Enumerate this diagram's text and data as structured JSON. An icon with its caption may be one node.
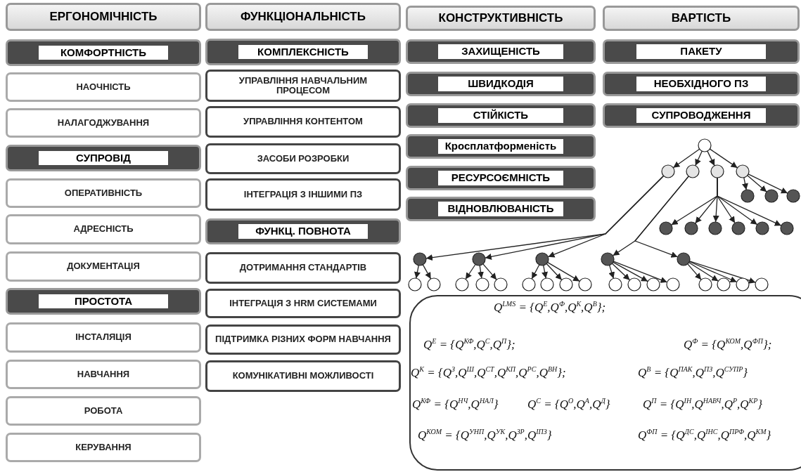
{
  "diagram": {
    "nodes": [
      {
        "text": [
          "ЕРГОНОМІЧНІСТЬ"
        ]
      },
      {
        "text": [
          "КОМФОРТНІСТЬ"
        ]
      },
      {
        "text": [
          "НАОЧНІСТЬ"
        ]
      },
      {
        "text": [
          "НАЛАГОДЖУВАННЯ"
        ]
      },
      {
        "text": [
          "СУПРОВІД"
        ]
      },
      {
        "text": [
          "ОПЕРАТИВНІСТЬ"
        ]
      },
      {
        "text": [
          "АДРЕСНІСТЬ"
        ]
      },
      {
        "text": [
          "ДОКУМЕНТАЦІЯ"
        ]
      },
      {
        "text": [
          "ПРОСТОТА"
        ]
      },
      {
        "text": [
          "ІНСТАЛЯЦІЯ"
        ]
      },
      {
        "text": [
          "НАВЧАННЯ"
        ]
      },
      {
        "text": [
          "РОБОТА"
        ]
      },
      {
        "text": [
          "КЕРУВАННЯ"
        ]
      },
      {
        "text": [
          "ФУНКЦІОНАЛЬНІСТЬ"
        ]
      },
      {
        "text": [
          "КОМПЛЕКСНІСТЬ"
        ]
      },
      {
        "text": [
          "УПРАВЛІННЯ НАВЧАЛЬНИМ ПРОЦЕСОМ"
        ]
      },
      {
        "text": [
          "УПРАВЛІННЯ КОНТЕНТОМ"
        ]
      },
      {
        "text": [
          "ЗАСОБИ РОЗРОБКИ"
        ]
      },
      {
        "text": [
          "ІНТЕГРАЦІЯ З ІНШИМИ ПЗ"
        ]
      },
      {
        "text": [
          "ФУНКЦ. ПОВНОТА"
        ]
      },
      {
        "text": [
          "ДОТРИМАННЯ СТАНДАРТІВ"
        ]
      },
      {
        "text": [
          "ІНТЕГРАЦІЯ З HRM СИСТЕМАМИ"
        ]
      },
      {
        "text": [
          "ПІДТРИМКА РІЗНИХ ФОРМ НАВЧАННЯ"
        ]
      },
      {
        "text": [
          "КОМУНІКАТИВНІ МОЖЛИВОСТІ"
        ]
      },
      {
        "text": [
          "КОНСТРУКТИВНІСТЬ"
        ]
      },
      {
        "text": [
          "ЗАХИЩЕНІСТЬ"
        ]
      },
      {
        "text": [
          "ШВИДКОДІЯ"
        ]
      },
      {
        "text": [
          "СТІЙКІСТЬ"
        ]
      },
      {
        "text": [
          "Кросплатформеність"
        ]
      },
      {
        "text": [
          "РЕСУРСОЄМНІСТЬ"
        ]
      },
      {
        "text": [
          "ВІДНОВЛЮВАНІСТЬ"
        ]
      },
      {
        "text": [
          "ВАРТІСТЬ"
        ]
      },
      {
        "text": [
          "ПАКЕТУ"
        ]
      },
      {
        "text": [
          "НЕОБХІДНОГО ПЗ"
        ]
      },
      {
        "text": [
          "СУПРОВОДЖЕННЯ"
        ]
      },
      {
        "text": [],
        "shape": "circle"
      },
      {
        "text": [],
        "shape": "circle"
      },
      {
        "text": [],
        "shape": "circle"
      },
      {
        "text": [],
        "shape": "circle"
      },
      {
        "text": [],
        "shape": "circle"
      },
      {
        "text": [],
        "shape": "circle"
      },
      {
        "text": [],
        "shape": "circle"
      },
      {
        "text": [],
        "shape": "circle"
      },
      {
        "text": [],
        "shape": "circle"
      },
      {
        "text": [],
        "shape": "circle"
      },
      {
        "text": [],
        "shape": "circle"
      },
      {
        "text": [],
        "shape": "circle"
      },
      {
        "text": [],
        "shape": "circle"
      },
      {
        "text": [],
        "shape": "circle"
      },
      {
        "text": [],
        "shape": "circle"
      },
      {
        "text": [],
        "shape": "circle"
      },
      {
        "text": [],
        "shape": "circle"
      },
      {
        "text": [],
        "shape": "circle"
      },
      {
        "text": [],
        "shape": "circle"
      },
      {
        "text": [],
        "shape": "circle"
      },
      {
        "text": [],
        "shape": "circle"
      },
      {
        "text": [],
        "shape": "circle"
      },
      {
        "text": [],
        "shape": "circle"
      },
      {
        "text": [],
        "shape": "circle"
      },
      {
        "text": [],
        "shape": "circle"
      },
      {
        "text": [],
        "shape": "circle"
      },
      {
        "text": [],
        "shape": "circle"
      },
      {
        "text": [],
        "shape": "circle"
      },
      {
        "text": [],
        "shape": "circle"
      },
      {
        "text": [],
        "shape": "circle"
      },
      {
        "text": [],
        "shape": "circle"
      },
      {
        "text": [],
        "shape": "circle"
      },
      {
        "text": [],
        "shape": "circle"
      },
      {
        "text": [],
        "shape": "circle"
      },
      {
        "text": [],
        "shape": "circle"
      },
      {
        "text": [],
        "shape": "circle"
      },
      {
        "text": [
          "Q$^{LMS}$ = {Q$^{Е}$,Q$^{Ф}$,Q$^{К}$,Q$^{В}$};",
          "Q$^{Е}$ = {Q$^{КФ}$,Q$^{С}$,Q$^{П}$};",
          "Q$^{Ф}$ = {Q$^{КОМ}$,Q$^{ФП}$};",
          "Q$^{К}$ = {Q$^{З}$,Q$^{Ш}$,Q$^{СТ}$,Q$^{КП}$,Q$^{РС}$,Q$^{ВН}$};",
          "Q$^{В}$ = {Q$^{ПАК}$,Q$^{ПЗ}$,Q$^{СУПР}$}",
          "Q$^{КФ}$ = {Q$^{НЧ}$,Q$^{НАЛ}$}",
          "Q$^{С}$ = {Q$^{О}$,Q$^{А}$,Q$^{Д}$}",
          "Q$^{П}$ = {Q$^{ІН}$,Q$^{НАВЧ}$,Q$^{Р}$,Q$^{КР}$}",
          "Q$^{КОМ}$ = {Q$^{УНП}$,Q$^{УК}$,Q$^{ЗР}$,Q$^{ІПЗ}$}",
          "Q$^{ФП}$ = {Q$^{ДС}$,Q$^{ІНС}$,Q$^{ПРФ}$,Q$^{КМ}$}"
        ]
      }
    ],
    "edges": [
      {
        "from": 35,
        "to": 36,
        "arrow": "to"
      },
      {
        "from": 35,
        "to": 37,
        "arrow": "to"
      },
      {
        "from": 35,
        "to": 38,
        "arrow": "to"
      },
      {
        "from": 35,
        "to": 39,
        "arrow": "to"
      },
      {
        "from": 39,
        "to": 40,
        "arrow": "to"
      },
      {
        "from": 39,
        "to": 41,
        "arrow": "to"
      },
      {
        "from": 39,
        "to": 42,
        "arrow": "to"
      },
      {
        "from": 38,
        "to": 43,
        "arrow": "to"
      },
      {
        "from": 38,
        "to": 44,
        "arrow": "to"
      },
      {
        "from": 38,
        "to": 45,
        "arrow": "to"
      },
      {
        "from": 38,
        "to": 46,
        "arrow": "to"
      },
      {
        "from": 38,
        "to": 47,
        "arrow": "to"
      },
      {
        "from": 38,
        "to": 48,
        "arrow": "to"
      },
      {
        "from": 36,
        "to": 49,
        "arrow": "to"
      },
      {
        "from": 36,
        "to": 50,
        "arrow": "to"
      },
      {
        "from": 36,
        "to": 51,
        "arrow": "to"
      },
      {
        "from": 37,
        "to": 52,
        "arrow": "to"
      },
      {
        "from": 37,
        "to": 53,
        "arrow": "to"
      },
      {
        "from": 49,
        "to": 54,
        "arrow": "to"
      },
      {
        "from": 49,
        "to": 55,
        "arrow": "to"
      },
      {
        "from": 50,
        "to": 56,
        "arrow": "to"
      },
      {
        "from": 50,
        "to": 57,
        "arrow": "to"
      },
      {
        "from": 50,
        "to": 58,
        "arrow": "to"
      },
      {
        "from": 51,
        "to": 59,
        "arrow": "to"
      },
      {
        "from": 51,
        "to": 60,
        "arrow": "to"
      },
      {
        "from": 51,
        "to": 61,
        "arrow": "to"
      },
      {
        "from": 51,
        "to": 62,
        "arrow": "to"
      },
      {
        "from": 52,
        "to": 63,
        "arrow": "to"
      },
      {
        "from": 52,
        "to": 64,
        "arrow": "to"
      },
      {
        "from": 52,
        "to": 65,
        "arrow": "to"
      },
      {
        "from": 52,
        "to": 66,
        "arrow": "to"
      },
      {
        "from": 53,
        "to": 67,
        "arrow": "to"
      },
      {
        "from": 53,
        "to": 68,
        "arrow": "to"
      },
      {
        "from": 53,
        "to": 69,
        "arrow": "to"
      },
      {
        "from": 53,
        "to": 70,
        "arrow": "to"
      }
    ]
  }
}
